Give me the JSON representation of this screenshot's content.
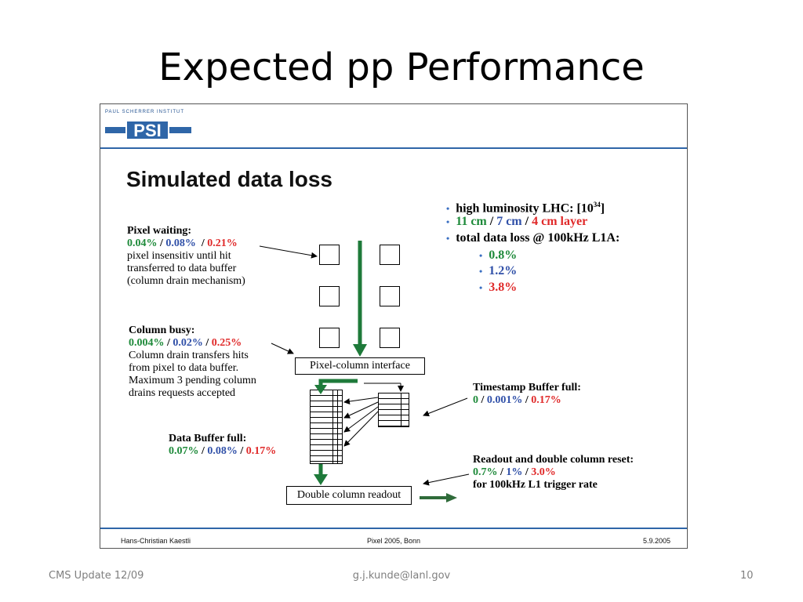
{
  "slide": {
    "title": "Expected pp Performance",
    "footer_left": "CMS Update 12/09",
    "footer_center": "g.j.kunde@lanl.gov",
    "footer_right": "10"
  },
  "embedded": {
    "institute": "PAUL SCHERRER INSTITUT",
    "logo_text": "PSI",
    "heading": "Simulated data loss",
    "footer_left": "Hans-Christian Kaestli",
    "footer_center": "Pixel 2005, Bonn",
    "footer_right": "5.9.2005"
  },
  "bullets": {
    "b1": "high luminosity LHC: [10",
    "b1_sup": "34",
    "b1_end": "]",
    "b2_a": "11 cm",
    "b2_sep1": " / ",
    "b2_b": "7 cm",
    "b2_sep2": " / ",
    "b2_c": "4 cm layer",
    "b3": "total data loss @ 100kHz L1A:",
    "sub1": "0.8%",
    "sub2": "1.2%",
    "sub3": "3.8%"
  },
  "pixel_waiting": {
    "title": "Pixel waiting:",
    "v1": "0.04%",
    "v2": "0.08%",
    "v3": "0.21%",
    "l1": "pixel insensitiv until hit",
    "l2": "transferred to data buffer",
    "l3": "(column drain mechanism)"
  },
  "column_busy": {
    "title": "Column busy:",
    "v1": "0.004%",
    "v2": "0.02%",
    "v3": "0.25%",
    "l1": "Column drain transfers hits",
    "l2": "from pixel to data buffer.",
    "l3": "Maximum 3 pending column",
    "l4": "drains requests accepted"
  },
  "data_buffer": {
    "title": "Data Buffer full:",
    "v1": "0.07%",
    "v2": "0.08%",
    "v3": "0.17%"
  },
  "timestamp": {
    "title": "Timestamp Buffer full:",
    "v1": "0",
    "v2": "0.001%",
    "v3": "0.17%"
  },
  "readout": {
    "title": "Readout and double column reset:",
    "v1": "0.7%",
    "v2": "1%",
    "v3": "3.0%",
    "l1": "for 100kHz L1 trigger rate"
  },
  "diagram": {
    "interface_label": "Pixel-column interface",
    "readout_label": "Double column readout"
  },
  "colors": {
    "green": "#1e8a3a",
    "blue": "#3050a8",
    "red": "#e02a2a",
    "arrow_green": "#1e7a3a",
    "accent_blue": "#2f66a8"
  }
}
